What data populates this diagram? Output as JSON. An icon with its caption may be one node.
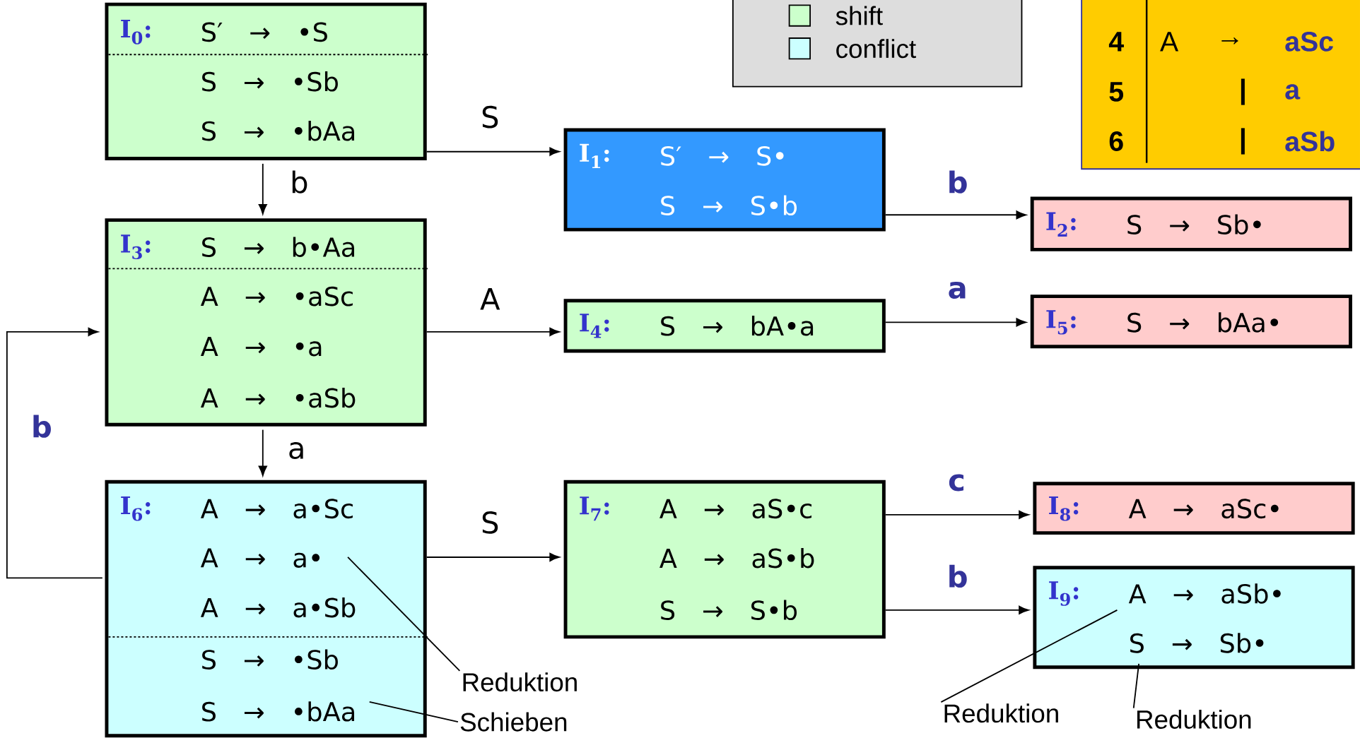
{
  "diagram": {
    "nodes": [
      {
        "text": [
          "I$_{0}$:",
          "S′ → •S",
          "S → •Sb",
          "S → •bAa"
        ]
      },
      {
        "text": [
          "I$_{1}$:",
          "S′ → S•",
          "S → S•b"
        ]
      },
      {
        "text": [
          "I$_{2}$:",
          "S → Sb•"
        ]
      },
      {
        "text": [
          "I$_{3}$:",
          "S → b•Aa",
          "A → •aSc",
          "A → •a",
          "A → •aSb"
        ]
      },
      {
        "text": [
          "I$_{4}$:",
          "S → bA•a"
        ]
      },
      {
        "text": [
          "I$_{5}$:",
          "S → bAa•"
        ]
      },
      {
        "text": [
          "I$_{6}$:",
          "A → a•Sc",
          "A → a•",
          "A → a•Sb",
          "S → •Sb",
          "S → •bAa"
        ]
      },
      {
        "text": [
          "I$_{7}$:",
          "A → aS•c",
          "A → aS•b",
          "S → S•b"
        ]
      },
      {
        "text": [
          "I$_{8}$:",
          "A → aSc•"
        ]
      },
      {
        "text": [
          "I$_{9}$:",
          "A → aSb•",
          "S → Sb•"
        ]
      },
      {
        "text": [
          "Reduktion"
        ]
      },
      {
        "text": [
          "Schieben"
        ]
      },
      {
        "text": [
          "Reduktion"
        ]
      },
      {
        "text": [
          "Reduktion"
        ]
      }
    ],
    "edges": [
      {
        "from": 0,
        "to": 1,
        "arrow": "to",
        "label": "S"
      },
      {
        "from": 0,
        "to": 3,
        "arrow": "to",
        "label": "b"
      },
      {
        "from": 1,
        "to": 2,
        "arrow": "to",
        "label": "b"
      },
      {
        "from": 3,
        "to": 4,
        "arrow": "to",
        "label": "A"
      },
      {
        "from": 4,
        "to": 5,
        "arrow": "to",
        "label": "a"
      },
      {
        "from": 3,
        "to": 6,
        "arrow": "to",
        "label": "a"
      },
      {
        "from": 6,
        "to": 3,
        "arrow": "to",
        "label": "b"
      },
      {
        "from": 6,
        "to": 7,
        "arrow": "to",
        "label": "S"
      },
      {
        "from": 7,
        "to": 8,
        "arrow": "to",
        "label": "c"
      },
      {
        "from": 7,
        "to": 9,
        "arrow": "to",
        "label": "b"
      },
      {
        "from": 10,
        "to": 6,
        "arrow": "none"
      },
      {
        "from": 11,
        "to": 6,
        "arrow": "none"
      },
      {
        "from": 12,
        "to": 9,
        "arrow": "none"
      },
      {
        "from": 13,
        "to": 9,
        "arrow": "none"
      }
    ],
    "labels": [
      "4",
      "A",
      "→",
      "aSc",
      "5",
      "|",
      "a",
      "6",
      "|",
      "aSb"
    ],
    "legend": [
      {
        "text": "shift",
        "color": "#ccffcc"
      },
      {
        "text": "conflict",
        "color": "#ccffff"
      }
    ]
  }
}
